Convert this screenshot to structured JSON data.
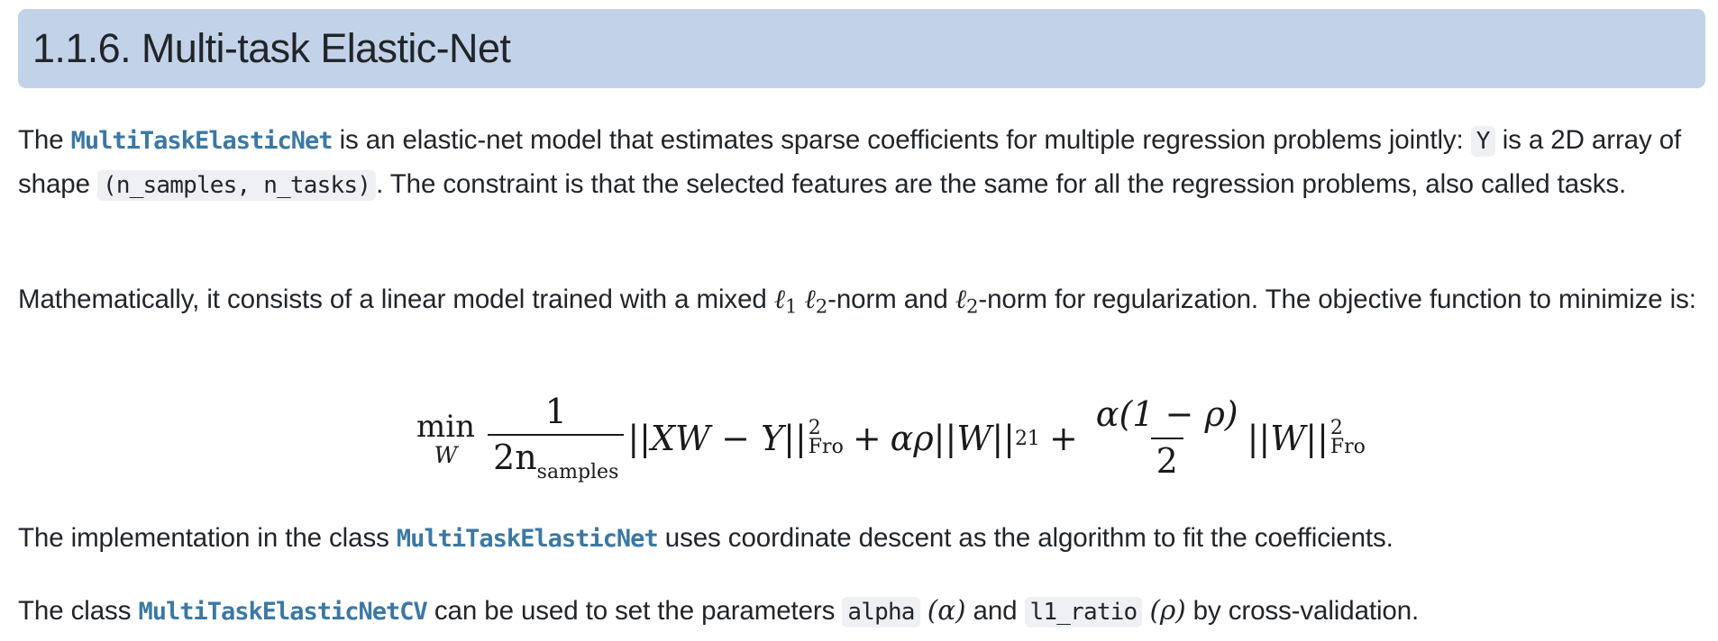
{
  "section": {
    "number": "1.1.6.",
    "title": "1.1.6. Multi-task Elastic-Net",
    "header_bg": "#c2d3e9"
  },
  "paragraph1": {
    "t1": "The ",
    "link1": "MultiTaskElasticNet",
    "t2": " is an elastic-net model that estimates sparse coefficients for multiple regression problems jointly: ",
    "code1": "Y",
    "t3": " is a 2D array of shape ",
    "code2": "(n_samples, n_tasks)",
    "t4": ". The constraint is that the selected features are the same for all the regression problems, also called tasks."
  },
  "paragraph2": {
    "t1": "Mathematically, it consists of a linear model trained with a mixed ",
    "ell": "ℓ",
    "sub1": "1",
    "sub2": "2",
    "t2": "-norm and ",
    "t3": "-norm for regularization. The objective function to minimize is:"
  },
  "equation": {
    "min": "min",
    "min_under": "W",
    "frac1_num": "1",
    "frac1_den": "2n",
    "frac1_den_sub": "samples",
    "term1": "||XW − Y||",
    "sup2": "2",
    "fro": "Fro",
    "plus": "+",
    "term2": "αρ||W||",
    "sub21": "21",
    "frac2_num": "α(1 − ρ)",
    "frac2_den": "2",
    "term3": "||W||"
  },
  "paragraph3": {
    "t1": "The implementation in the class ",
    "link1": "MultiTaskElasticNet",
    "t2": " uses coordinate descent as the algorithm to fit the coefficients."
  },
  "paragraph4": {
    "t1": "The class ",
    "link1": "MultiTaskElasticNetCV",
    "t2": " can be used to set the parameters ",
    "code1": "alpha",
    "math1": "(α)",
    "t3": " and ",
    "code2": "l1_ratio",
    "math2": "(ρ)",
    "t4": " by cross-validation."
  },
  "colors": {
    "link": "#3b78a4",
    "text": "#212529",
    "code_bg": "#eef0f3"
  }
}
